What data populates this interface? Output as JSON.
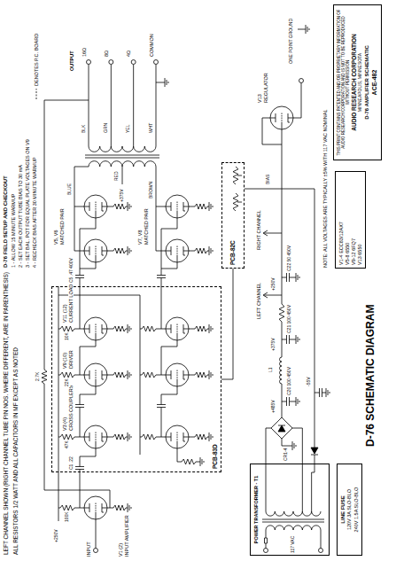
{
  "diagram": {
    "title": "D-76 SCHEMATIC DIAGRAM",
    "nodes": [
      {
        "text": [
          "PCB-83D"
        ]
      },
      {
        "text": [
          "PCB-82C"
        ]
      },
      {
        "text": [
          "POWER TRANSFORMER - T1"
        ]
      },
      {
        "text": [
          "LINE FUSE",
          "120V 3A SLO-BLO",
          "240V 1.5A SLO-BLO"
        ]
      },
      {
        "text": [
          "V1-4 ECC83/12AX7",
          "V5-8 6550",
          "V9-12 6FQ7",
          "V13 6550"
        ]
      },
      {
        "text": [
          "THIS PRINT CONTAINS PATENTED AND/OR PROPRIETARY INFORMATION OF AUDIO RESEARCH CORPORATION AND IS NOT TO BE REPRODUCED WITHOUT PERMISSION",
          "AUDIO RESEARCH CORPORATION",
          "MINNEAPOLIS, MINNESOTA",
          "D-76 AMPLIFIER SCHEMATIC",
          "ACE-482"
        ]
      }
    ],
    "edges": [
      {
        "from": 1,
        "to": 0,
        "arrow": "none"
      }
    ],
    "labels": [
      "LEFT CHANNEL SHOWN (RIGHT CHANNEL TUBE PIN NOS. WHERE DIFFERENT, ARE IN PARENTHESIS)",
      "ALL RESISTORS 1/2 WATT AND ALL CAPACITORS IN MF EXCEPT AS NOTED",
      "D-76 FIELD SETUP AND CHECKOUT",
      "1 - ALLOW 15 MINUTE WARMUP",
      "2 - SET EACH OUTPUT TUBE BIAS TO 30 mA",
      "3 - SET BAL. POT FOR EQUAL PLATE VOLTAGES ON V9",
      "4 - RECHECK BIAS AFTER 30 MINUTE WARMUP",
      "INPUT",
      "V1 (2)",
      "INPUT AMPLIFIER",
      "V3 (4)",
      "CROSS COUPLERS",
      "V9 (10)",
      "DRIVER",
      "V11 (12)",
      "CURRENT LOAD",
      "V5, V6",
      "MATCHED PAIR",
      "V7, V8",
      "MATCHED PAIR",
      "+250V",
      "100K",
      "47K",
      "22K",
      "10K",
      "C1 .22",
      "C5 .47 400V",
      "BLUE",
      "BROWN",
      "RED",
      "+375V",
      "BLK",
      "GRN",
      "YEL",
      "WHT",
      "16Ω",
      "8Ω",
      "4Ω",
      "COMMON",
      "OUTPUT",
      "2.7K",
      "117 VAC",
      "CR1-4",
      "+485V",
      "L1",
      "+375V",
      "+250V",
      "C20 100 450V",
      "C21 100 450V",
      "C22 50 450V",
      "LEFT CHANNEL",
      "RIGHT CHANNEL",
      "-55V",
      "BIAS",
      "V13",
      "REGULATOR",
      "ONE POINT GROUND",
      "NOTE: ALL VOLTAGES ARE TYPICALLY ±5% WITH 117 VAC NOMINAL"
    ],
    "legend": [
      {
        "text": "DENOTES P.C. BOARD"
      }
    ]
  }
}
